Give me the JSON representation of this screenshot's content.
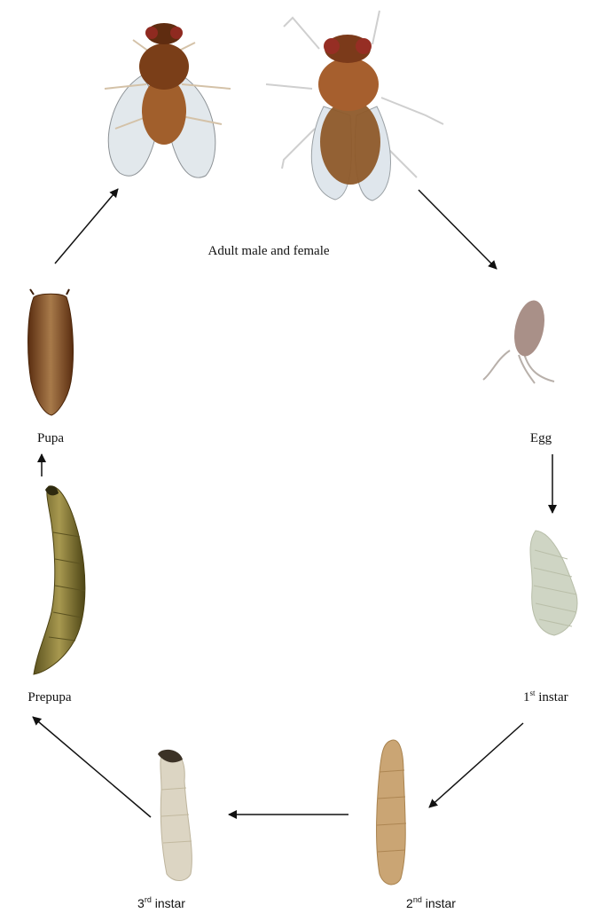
{
  "diagram": {
    "stages": [
      {
        "id": "adult",
        "label": "Adult male and female"
      },
      {
        "id": "egg",
        "label": "Egg"
      },
      {
        "id": "first_instar",
        "label_num": "1",
        "label_sup": "st",
        "label_rest": " instar"
      },
      {
        "id": "second_instar",
        "label_num": "2",
        "label_sup": "nd",
        "label_rest": " instar"
      },
      {
        "id": "third_instar",
        "label_num": "3",
        "label_sup": "rd",
        "label_rest": " instar"
      },
      {
        "id": "prepupa",
        "label": "Prepupa"
      },
      {
        "id": "pupa",
        "label": "Pupa"
      }
    ],
    "arrow_color": "#111111",
    "colors": {
      "fly_body": "#8a4a22",
      "fly_thorax": "#6e3415",
      "fly_eye": "#9b2a22",
      "wing": "#dfe5ea",
      "egg": "#a9928c",
      "first_instar": "#cfd3c0",
      "second_instar": "#c9a470",
      "third_instar": "#d9d2bf",
      "prepupa": "#8b7d3a",
      "pupa": "#8c5a2c"
    }
  }
}
